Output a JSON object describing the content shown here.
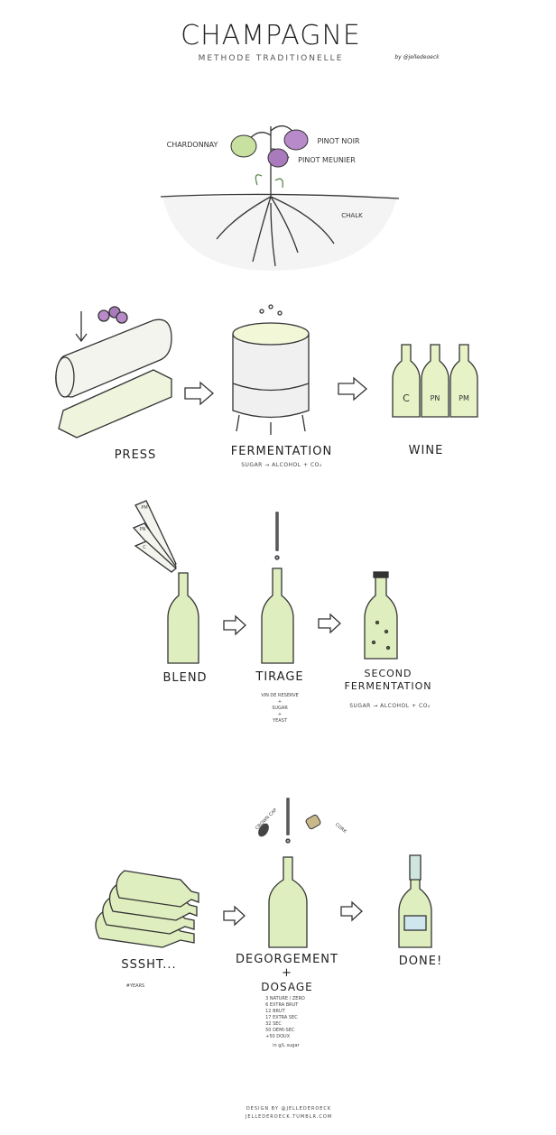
{
  "header": {
    "title": "CHAMPAGNE",
    "subtitle": "METHODE TRADITIONELLE",
    "byline": "by @jelledeoeck"
  },
  "vine": {
    "grapes": [
      "CHARDONNAY",
      "PINOT NOIR",
      "PINOT MEUNIER"
    ],
    "soil": "CHALK"
  },
  "row1": {
    "press": "PRESS",
    "fermentation": "FERMENTATION",
    "fermentation_formula": "SUGAR → ALCOHOL + CO₂",
    "wine": "WINE",
    "bottle_labels": [
      "C",
      "PN",
      "PM"
    ]
  },
  "row2": {
    "blend": "BLEND",
    "blend_tags": [
      "PM",
      "PN",
      "C"
    ],
    "tirage": "TIRAGE",
    "tirage_lines": [
      "VIN DE RESERVE",
      "+",
      "SUGAR",
      "+",
      "YEAST"
    ],
    "second_1": "SECOND",
    "second_2": "FERMENTATION",
    "second_formula": "SUGAR → ALCOHOL + CO₂"
  },
  "row3": {
    "aging": "SSSHT...",
    "aging_sub": "#YEARS",
    "crown_cap": "CROWN CAP",
    "cork": "CORK",
    "degorgement": "DEGORGEMENT",
    "plus": "+",
    "dosage": "DOSAGE",
    "dosage_list": [
      "3 NATURE / ZERO",
      "6 EXTRA BRUT",
      "12 BRUT",
      "17 EXTRA SEC",
      "32 SEC",
      "50 DEMI-SEC",
      "+50 DOUX"
    ],
    "dosage_unit": "in g/L sugar",
    "done": "DONE!"
  },
  "footer": {
    "line1": "DESIGN BY @JELLEDEROECK",
    "line2": "JELLEDEROECK.TUMBLR.COM"
  },
  "colors": {
    "bottle": "#dfeebf",
    "grape_green": "#c8e0a0",
    "grape_purple": "#b98ac9",
    "ink": "#222222"
  }
}
